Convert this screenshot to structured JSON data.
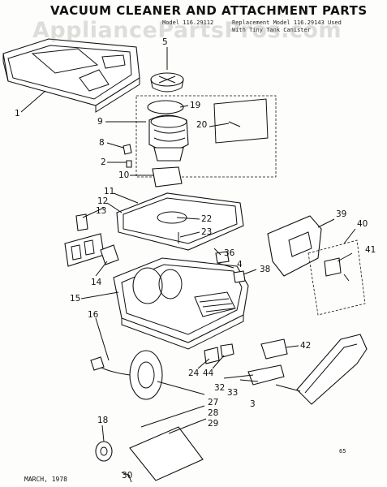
{
  "title": "VACUUM CLEANER AND ATTACHMENT PARTS",
  "model_line": "Model 116.29112",
  "note_line1": "Replacement Model 116.29143 Used",
  "note_line2": "With Tiny Tank Canister",
  "watermark": "AppliancePartsPros.com",
  "date_label": "MARCH, 1978",
  "page_code": "65",
  "part_numbers": [
    "1",
    "2",
    "3",
    "4",
    "5",
    "8",
    "9",
    "10",
    "11",
    "12",
    "13",
    "14",
    "15",
    "16",
    "18",
    "19",
    "20",
    "22",
    "23",
    "24",
    "27",
    "28",
    "29",
    "30",
    "32",
    "33",
    "36",
    "38",
    "39",
    "40",
    "41",
    "42",
    "44"
  ]
}
